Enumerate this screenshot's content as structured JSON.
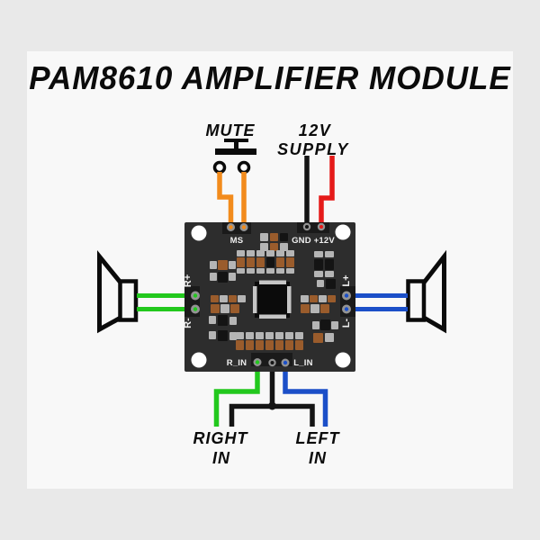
{
  "title": "PAM8610 AMPLIFIER MODULE",
  "labels": {
    "mute": "MUTE",
    "supply_line1": "12V",
    "supply_line2": "SUPPLY",
    "right_in_line1": "RIGHT",
    "right_in_line2": "IN",
    "left_in_line1": "LEFT",
    "left_in_line2": "IN"
  },
  "board": {
    "pins": {
      "ms": "MS",
      "power": "GND +12V",
      "r_plus": "R+",
      "r_minus": "R-",
      "l_plus": "L+",
      "l_minus": "L-",
      "r_in": "R_IN",
      "l_in": "L_IN"
    },
    "smd": [
      [
        289,
        259,
        9,
        9,
        "gray"
      ],
      [
        300,
        259,
        9,
        9,
        "brown"
      ],
      [
        311,
        259,
        9,
        9,
        "black"
      ],
      [
        289,
        270,
        9,
        9,
        "gray"
      ],
      [
        300,
        270,
        9,
        9,
        "brown"
      ],
      [
        311,
        270,
        9,
        9,
        "gray"
      ],
      [
        263,
        278,
        9,
        7,
        "gray"
      ],
      [
        274,
        278,
        9,
        7,
        "gray"
      ],
      [
        285,
        278,
        9,
        7,
        "gray"
      ],
      [
        296,
        278,
        9,
        7,
        "gray"
      ],
      [
        307,
        278,
        9,
        7,
        "gray"
      ],
      [
        318,
        278,
        9,
        7,
        "gray"
      ],
      [
        263,
        286,
        9,
        11,
        "brown"
      ],
      [
        274,
        286,
        9,
        11,
        "brown"
      ],
      [
        285,
        286,
        9,
        11,
        "brown"
      ],
      [
        296,
        286,
        9,
        11,
        "black"
      ],
      [
        307,
        286,
        9,
        11,
        "brown"
      ],
      [
        318,
        286,
        9,
        11,
        "brown"
      ],
      [
        263,
        298,
        9,
        6,
        "gray"
      ],
      [
        274,
        298,
        9,
        6,
        "gray"
      ],
      [
        285,
        298,
        9,
        6,
        "gray"
      ],
      [
        296,
        298,
        9,
        6,
        "gray"
      ],
      [
        307,
        298,
        9,
        6,
        "gray"
      ],
      [
        318,
        298,
        9,
        6,
        "gray"
      ],
      [
        233,
        290,
        8,
        9,
        "gray"
      ],
      [
        242,
        289,
        11,
        11,
        "brown"
      ],
      [
        254,
        290,
        8,
        9,
        "gray"
      ],
      [
        233,
        303,
        8,
        9,
        "gray"
      ],
      [
        242,
        302,
        11,
        12,
        "black"
      ],
      [
        254,
        303,
        8,
        9,
        "gray"
      ],
      [
        349,
        279,
        10,
        7,
        "gray"
      ],
      [
        361,
        279,
        10,
        7,
        "gray"
      ],
      [
        349,
        288,
        10,
        12,
        "black"
      ],
      [
        361,
        288,
        10,
        12,
        "black"
      ],
      [
        349,
        301,
        10,
        7,
        "gray"
      ],
      [
        361,
        301,
        10,
        7,
        "gray"
      ],
      [
        352,
        311,
        8,
        8,
        "gray"
      ],
      [
        362,
        310,
        11,
        11,
        "black"
      ],
      [
        234,
        328,
        9,
        8,
        "brown"
      ],
      [
        244,
        328,
        9,
        8,
        "gray"
      ],
      [
        254,
        328,
        9,
        8,
        "brown"
      ],
      [
        264,
        328,
        9,
        8,
        "gray"
      ],
      [
        234,
        338,
        10,
        10,
        "brown"
      ],
      [
        245,
        338,
        10,
        10,
        "gray"
      ],
      [
        256,
        338,
        10,
        10,
        "brown"
      ],
      [
        334,
        328,
        9,
        8,
        "gray"
      ],
      [
        344,
        328,
        9,
        8,
        "brown"
      ],
      [
        354,
        328,
        9,
        8,
        "gray"
      ],
      [
        364,
        328,
        9,
        8,
        "brown"
      ],
      [
        334,
        338,
        10,
        10,
        "brown"
      ],
      [
        345,
        338,
        10,
        10,
        "gray"
      ],
      [
        356,
        338,
        10,
        10,
        "brown"
      ],
      [
        232,
        351,
        8,
        9,
        "gray"
      ],
      [
        242,
        350,
        11,
        12,
        "black"
      ],
      [
        255,
        352,
        8,
        9,
        "gray"
      ],
      [
        232,
        368,
        8,
        9,
        "gray"
      ],
      [
        242,
        367,
        11,
        12,
        "black"
      ],
      [
        255,
        369,
        8,
        9,
        "gray"
      ],
      [
        347,
        357,
        8,
        9,
        "gray"
      ],
      [
        356,
        355,
        11,
        12,
        "black"
      ],
      [
        368,
        357,
        8,
        9,
        "gray"
      ],
      [
        348,
        370,
        11,
        11,
        "brown"
      ],
      [
        361,
        370,
        10,
        10,
        "gray"
      ],
      [
        262,
        369,
        9,
        8,
        "gray"
      ],
      [
        273,
        369,
        9,
        8,
        "gray"
      ],
      [
        284,
        369,
        9,
        8,
        "gray"
      ],
      [
        295,
        369,
        9,
        8,
        "gray"
      ],
      [
        306,
        369,
        9,
        8,
        "gray"
      ],
      [
        317,
        369,
        9,
        8,
        "gray"
      ],
      [
        328,
        369,
        9,
        8,
        "gray"
      ],
      [
        262,
        378,
        9,
        11,
        "brown"
      ],
      [
        273,
        378,
        9,
        11,
        "brown"
      ],
      [
        284,
        378,
        9,
        11,
        "brown"
      ],
      [
        295,
        378,
        9,
        11,
        "brown"
      ],
      [
        306,
        378,
        9,
        11,
        "brown"
      ],
      [
        317,
        378,
        9,
        11,
        "brown"
      ],
      [
        328,
        378,
        9,
        11,
        "brown"
      ]
    ]
  },
  "colors": {
    "mute_wire": "#F28B1C",
    "power_pos_wire": "#E51A19",
    "power_gnd_wire": "#141414",
    "right_channel_wire": "#22C81D",
    "left_channel_wire": "#1B4FC8",
    "input_gnd_wire": "#141414",
    "board": "#2D2D2D",
    "footprint": "#1A1A1A",
    "pad": "#939393",
    "hole": "#FFFFFF",
    "chip": "#0B0B0B",
    "chip_pins": "#C6C6C6",
    "smd_brown": "#9A5C2C",
    "smd_gray": "#B5B5B5",
    "smd_black": "#141414",
    "symbol": "#0B0B0B"
  }
}
